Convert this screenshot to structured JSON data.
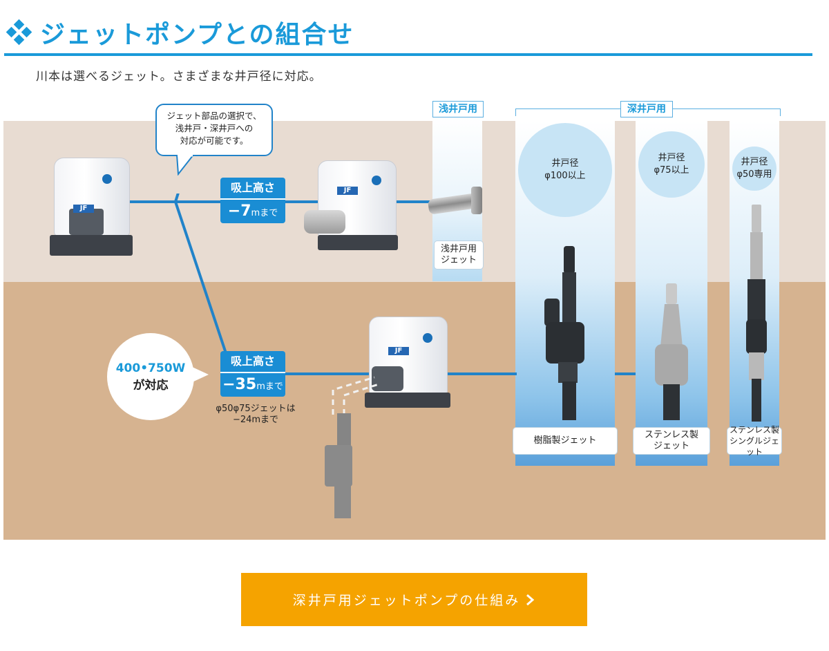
{
  "title": "ジェットポンプとの組合せ",
  "subtitle": "川本は選べるジェット。さまざまな井戸径に対応。",
  "bubble_note": [
    "ジェット部品の選択で、",
    "浅井戸・深井戸への",
    "対応が可能です。"
  ],
  "shallow": {
    "header": "浅井戸用",
    "lift_label": "吸上高さ",
    "lift_value": "−7",
    "lift_unit": "mまで",
    "jet_label": [
      "浅井戸用",
      "ジェット"
    ]
  },
  "deep": {
    "header": "深井戸用",
    "lift_label": "吸上高さ",
    "lift_value": "−35",
    "lift_unit": "mまで",
    "note": [
      "φ50φ75ジェットは",
      "−24mまで"
    ],
    "wattage": [
      "400•750W",
      "が対応"
    ],
    "columns": [
      {
        "circle": [
          "井戸径",
          "φ100以上"
        ],
        "label": [
          "樹脂製ジェット"
        ]
      },
      {
        "circle": [
          "井戸径",
          "φ75以上"
        ],
        "label": [
          "ステンレス製",
          "ジェット"
        ]
      },
      {
        "circle": [
          "井戸径",
          "φ50専用"
        ],
        "label": [
          "ステンレス製",
          "シングルジェット"
        ]
      }
    ]
  },
  "pump_badge": "JF",
  "button_label": "深井戸用ジェットポンプの仕組み",
  "colors": {
    "accent": "#1a9ad9",
    "button": "#f5a300",
    "pipe": "#2183c9"
  }
}
